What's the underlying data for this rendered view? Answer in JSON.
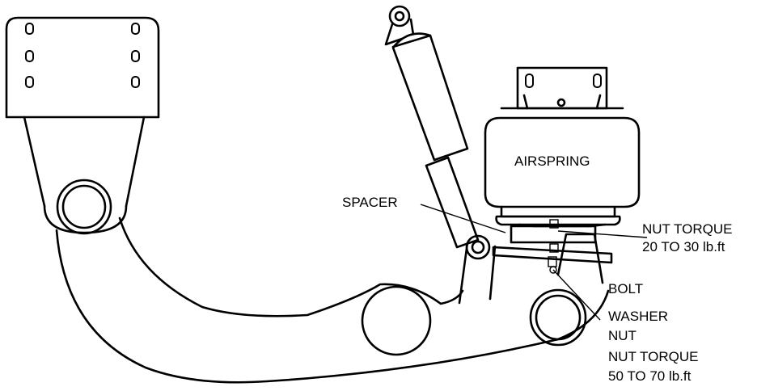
{
  "labels": {
    "airspring": "AIRSPRING",
    "spacer": "SPACER",
    "nut_torque_upper_1": "NUT TORQUE",
    "nut_torque_upper_2": "20 TO 30 lb.ft",
    "bolt": "BOLT",
    "washer": "WASHER",
    "nut": "NUT",
    "nut_torque_lower_1": "NUT TORQUE",
    "nut_torque_lower_2": "50 TO 70 lb.ft"
  }
}
